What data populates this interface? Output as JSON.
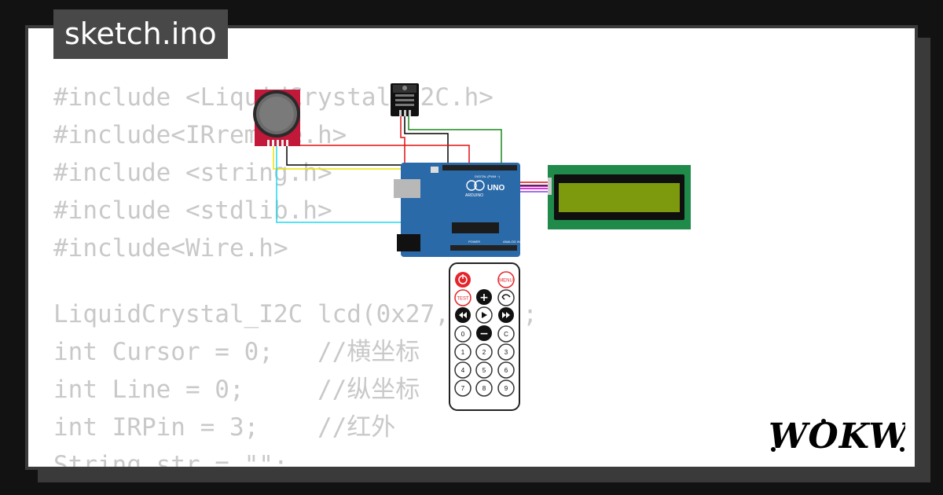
{
  "title": "sketch.ino",
  "code_lines": [
    "#include <LiquidCrystal_I2C.h>",
    "#include<IRremote.h>",
    "#include <string.h>",
    "#include <stdlib.h>",
    "#include<Wire.h>",
    "",
    "LiquidCrystal_I2C lcd(0x27,16,2);",
    "int Cursor = 0;   //横坐标",
    "int Line = 0;     //纵坐标",
    "int IRPin = 3;    //红外",
    "String str = \"\";"
  ],
  "arduino": {
    "brand": "ARDUINO",
    "model": "UNO",
    "digital_label": "DIGITAL (PWM ~)",
    "analog_label": "ANALOG IN",
    "power_label": "POWER"
  },
  "remote": {
    "power_icon": "power-icon",
    "menu": "MENU",
    "test": "TEST",
    "plus": "+",
    "back_icon": "back-arrow-icon",
    "prev_icon": "prev-track-icon",
    "play_icon": "play-icon",
    "next_icon": "next-track-icon",
    "row_zero": [
      "0",
      "−",
      "C"
    ],
    "digits": [
      "1",
      "2",
      "3",
      "4",
      "5",
      "6",
      "7",
      "8",
      "9"
    ]
  },
  "logo": "WOKWi",
  "colors": {
    "background": "#121212",
    "card": "#ffffff",
    "title_bg": "#484848",
    "code_text": "#c9c9c9",
    "arduino_board": "#2b6aa8",
    "lcd_board": "#1f8a4a",
    "lcd_screen": "#7d9a0e",
    "joystick_board": "#c2183a"
  }
}
